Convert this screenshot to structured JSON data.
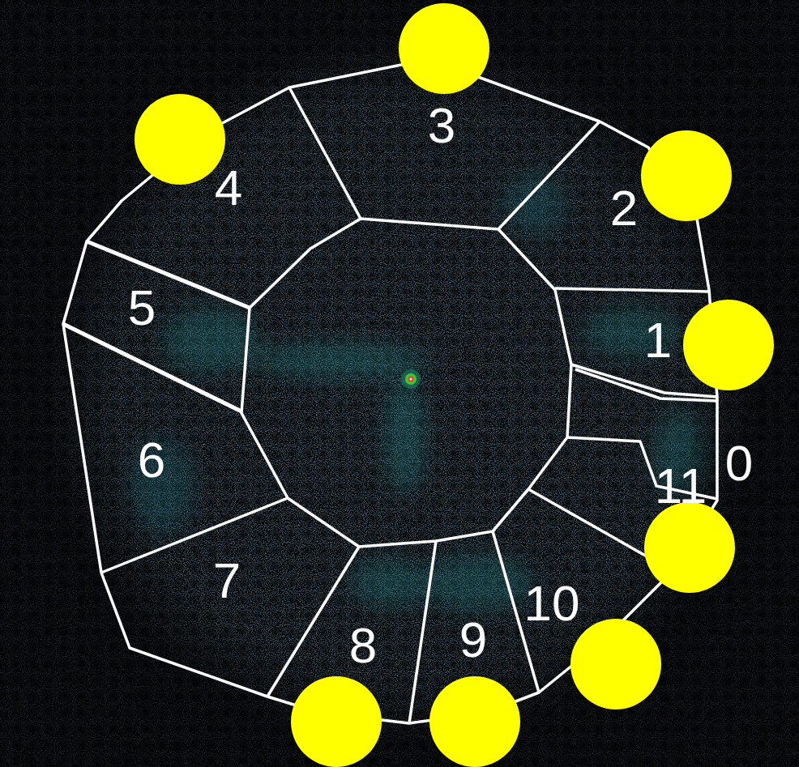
{
  "diagram": {
    "labels": [
      "3",
      "4",
      "2",
      "1",
      "5",
      "0",
      "6",
      "11",
      "7",
      "10",
      "8",
      "9"
    ]
  }
}
